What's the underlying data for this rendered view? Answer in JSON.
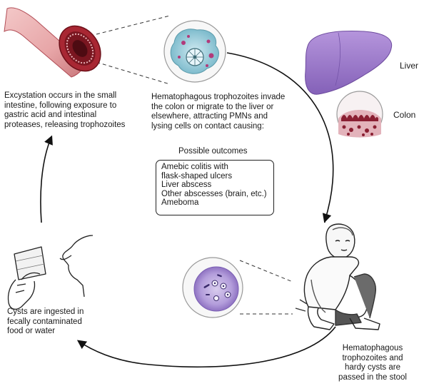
{
  "labels": {
    "excystation": "Excystation occurs in the small\nintestine, following exposure to\ngastric acid and intestinal\nproteases, releasing trophozoites",
    "invasion": "Hematophagous trophozoites invade\nthe colon or migrate to the liver or\nelsewhere, attracting PMNs and\nlysing cells on contact causing:",
    "outcomes_title": "Possible outcomes",
    "ingestion": "Cysts are ingested in\nfecally contaminated\nfood or water",
    "passage": "Hematophagous\ntrophozoites and\nhardy cysts are\npassed in the stool",
    "liver": "Liver",
    "colon": "Colon"
  },
  "outcomes": [
    "Amebic colitis with\n  flask-shaped ulcers",
    "Liver abscess",
    "Other abscesses (brain, etc.)",
    "Ameboma"
  ],
  "icons": [
    "intestine-icon",
    "trophozoite-icon",
    "liver-icon",
    "colon-icon",
    "cyst-icon",
    "drinking-person-icon",
    "squatting-person-icon"
  ],
  "colors": {
    "intestine_red": "#8b1f2a",
    "liver_purple": "#9b79c6",
    "trophozoite_teal": "#8fc8d8",
    "cyst_lilac": "#a88fd0",
    "arrow": "#111111"
  }
}
